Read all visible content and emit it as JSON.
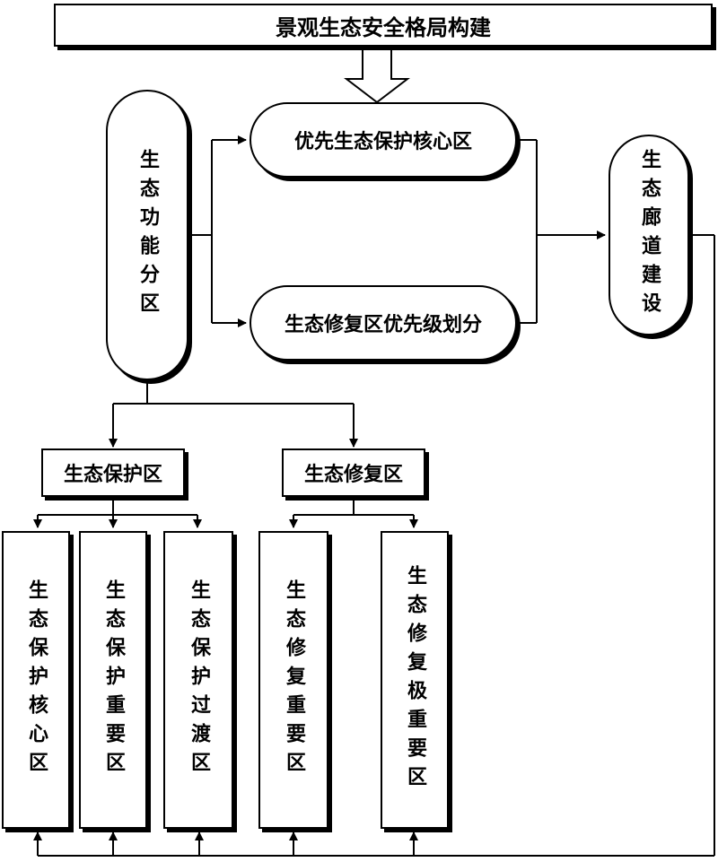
{
  "title": "景观生态安全格局构建",
  "functional_zoning": "生态功能分区",
  "priority_core": "优先生态保护核心区",
  "restoration_priority": "生态修复区优先级划分",
  "corridor": "生态廊道建设",
  "protection_zone": "生态保护区",
  "restoration_zone": "生态修复区",
  "sub_zones": {
    "core": "生态保护核心区",
    "important": "生态保护重要区",
    "transition": "生态保护过渡区",
    "restore_important": "生态修复重要区",
    "restore_very_important": "生态修复极重要区"
  }
}
